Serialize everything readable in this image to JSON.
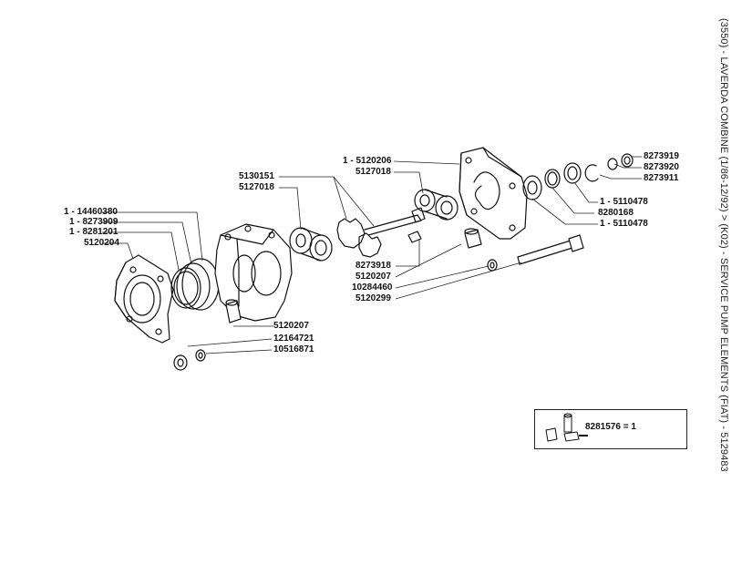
{
  "page": {
    "side_title": "(3550) - LAVERDA COMBINE (1/86-12/92) > (K02) - SERVICE PUMP ELEMENTS (FIAT) - 5129483"
  },
  "labels": {
    "l_5120206": "1 - 5120206",
    "l_5127018a": "5127018",
    "l_5130151": "5130151",
    "l_5127018b": "5127018",
    "l_14460380": "1 - 14460380",
    "l_8273909": "1 - 8273909",
    "l_8281201": "1 - 8281201",
    "l_5120204": "5120204",
    "l_8273918": "8273918",
    "l_5120207a": "5120207",
    "l_10284460": "10284460",
    "l_5120299": "5120299",
    "l_5120207b": "5120207",
    "l_12164721": "12164721",
    "l_10516871": "10516871",
    "l_8273919": "8273919",
    "l_8273920": "8273920",
    "l_8273911": "8273911",
    "l_5110478a": "1 - 5110478",
    "l_8280168": "8280168",
    "l_5110478b": "1 - 5110478"
  },
  "kit": {
    "text": "8281576 = 1"
  }
}
